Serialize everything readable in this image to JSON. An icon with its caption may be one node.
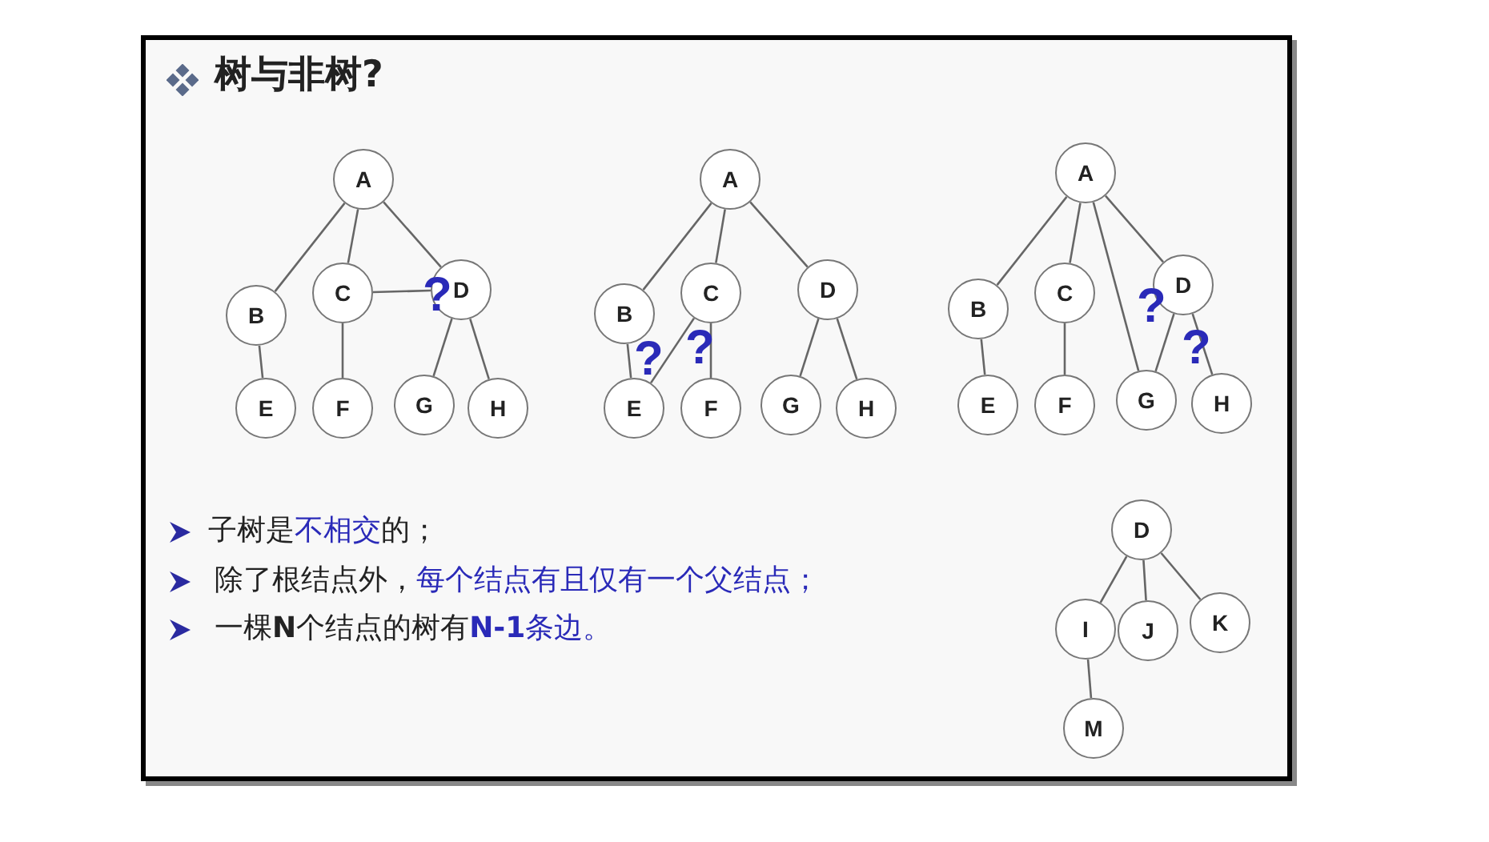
{
  "diagram": {
    "title": "树与非树?",
    "nodes": [
      {
        "text": [
          "A"
        ]
      },
      {
        "text": [
          "B"
        ]
      },
      {
        "text": [
          "C"
        ]
      },
      {
        "text": [
          "D"
        ]
      },
      {
        "text": [
          "E"
        ]
      },
      {
        "text": [
          "F"
        ]
      },
      {
        "text": [
          "G"
        ]
      },
      {
        "text": [
          "H"
        ]
      },
      {
        "text": [
          "A"
        ]
      },
      {
        "text": [
          "B"
        ]
      },
      {
        "text": [
          "C"
        ]
      },
      {
        "text": [
          "D"
        ]
      },
      {
        "text": [
          "E"
        ]
      },
      {
        "text": [
          "F"
        ]
      },
      {
        "text": [
          "G"
        ]
      },
      {
        "text": [
          "H"
        ]
      },
      {
        "text": [
          "A"
        ]
      },
      {
        "text": [
          "B"
        ]
      },
      {
        "text": [
          "C"
        ]
      },
      {
        "text": [
          "D"
        ]
      },
      {
        "text": [
          "E"
        ]
      },
      {
        "text": [
          "F"
        ]
      },
      {
        "text": [
          "G"
        ]
      },
      {
        "text": [
          "H"
        ]
      },
      {
        "text": [
          "D"
        ]
      },
      {
        "text": [
          "I"
        ]
      },
      {
        "text": [
          "J"
        ]
      },
      {
        "text": [
          "K"
        ]
      },
      {
        "text": [
          "M"
        ]
      }
    ],
    "edges": [
      {
        "from": 0,
        "to": 1,
        "arrow": "none"
      },
      {
        "from": 0,
        "to": 2,
        "arrow": "none"
      },
      {
        "from": 0,
        "to": 3,
        "arrow": "none"
      },
      {
        "from": 1,
        "to": 4,
        "arrow": "none"
      },
      {
        "from": 2,
        "to": 5,
        "arrow": "none"
      },
      {
        "from": 2,
        "to": 3,
        "arrow": "none"
      },
      {
        "from": 3,
        "to": 6,
        "arrow": "none"
      },
      {
        "from": 3,
        "to": 7,
        "arrow": "none"
      },
      {
        "from": 8,
        "to": 9,
        "arrow": "none"
      },
      {
        "from": 8,
        "to": 10,
        "arrow": "none"
      },
      {
        "from": 8,
        "to": 11,
        "arrow": "none"
      },
      {
        "from": 9,
        "to": 12,
        "arrow": "none"
      },
      {
        "from": 10,
        "to": 12,
        "arrow": "none"
      },
      {
        "from": 10,
        "to": 13,
        "arrow": "none"
      },
      {
        "from": 11,
        "to": 14,
        "arrow": "none"
      },
      {
        "from": 11,
        "to": 15,
        "arrow": "none"
      },
      {
        "from": 16,
        "to": 17,
        "arrow": "none"
      },
      {
        "from": 16,
        "to": 18,
        "arrow": "none"
      },
      {
        "from": 16,
        "to": 19,
        "arrow": "none"
      },
      {
        "from": 16,
        "to": 22,
        "arrow": "none"
      },
      {
        "from": 17,
        "to": 20,
        "arrow": "none"
      },
      {
        "from": 18,
        "to": 21,
        "arrow": "none"
      },
      {
        "from": 19,
        "to": 22,
        "arrow": "none"
      },
      {
        "from": 19,
        "to": 23,
        "arrow": "none"
      },
      {
        "from": 24,
        "to": 25,
        "arrow": "none"
      },
      {
        "from": 24,
        "to": 26,
        "arrow": "none"
      },
      {
        "from": 24,
        "to": 27,
        "arrow": "none"
      },
      {
        "from": 25,
        "to": 28,
        "arrow": "none"
      }
    ],
    "labels": [
      "?",
      "?",
      "?",
      "?",
      "?",
      "子树是",
      "不相交",
      "的；",
      "除了根结点外，",
      "每个结点有且仅有一个父结点；",
      "一棵**N**个结点的树有",
      "**N-1**条边。"
    ]
  }
}
